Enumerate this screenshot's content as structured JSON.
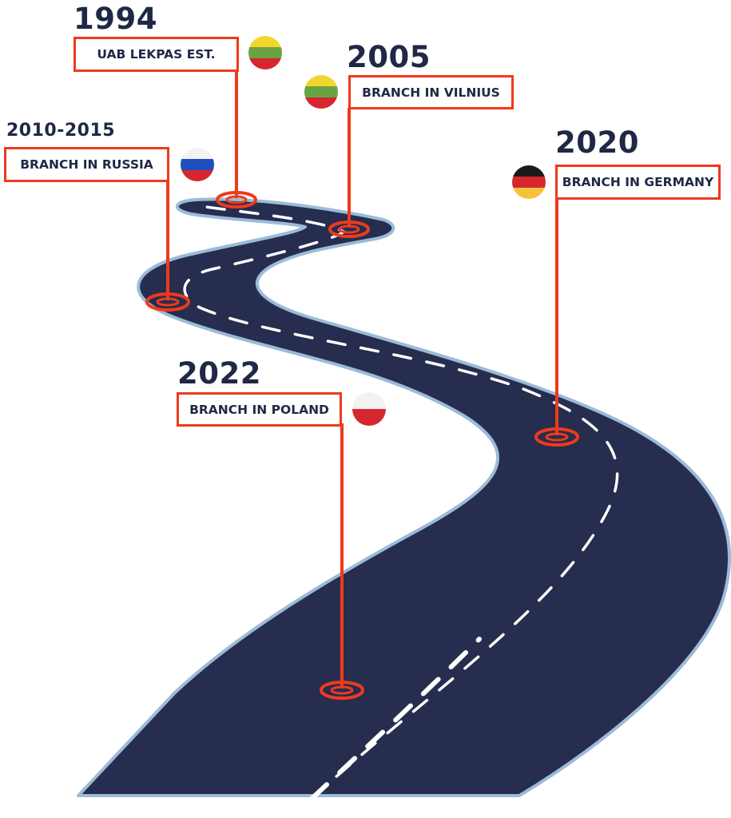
{
  "milestones": [
    {
      "year": "1994",
      "label": "UAB LEKPAS EST.",
      "flag_icon": "lithuania-flag-icon",
      "flag_colors": [
        "#f3d62d",
        "#6aa442",
        "#d6262f"
      ]
    },
    {
      "year": "2005",
      "label": "BRANCH IN VILNIUS",
      "flag_icon": "lithuania-flag-icon",
      "flag_colors": [
        "#f3d62d",
        "#6aa442",
        "#d6262f"
      ]
    },
    {
      "year": "2010-2015",
      "label": "BRANCH IN RUSSIA",
      "flag_icon": "russia-flag-icon",
      "flag_colors": [
        "#f2f2f2",
        "#1e4fbf",
        "#d6262f"
      ]
    },
    {
      "year": "2020",
      "label": "BRANCH IN GERMANY",
      "flag_icon": "germany-flag-icon",
      "flag_colors": [
        "#1a1a1a",
        "#d6262f",
        "#f6c23a"
      ]
    },
    {
      "year": "2022",
      "label": "BRANCH IN POLAND",
      "flag_icon": "poland-flag-icon",
      "flag_colors": [
        "#f2f2f2",
        "#d6262f"
      ]
    }
  ],
  "colors": {
    "road": "#262d4e",
    "road_edge": "#9bbbd8",
    "accent": "#ee3a1c",
    "text": "#1f2845"
  }
}
